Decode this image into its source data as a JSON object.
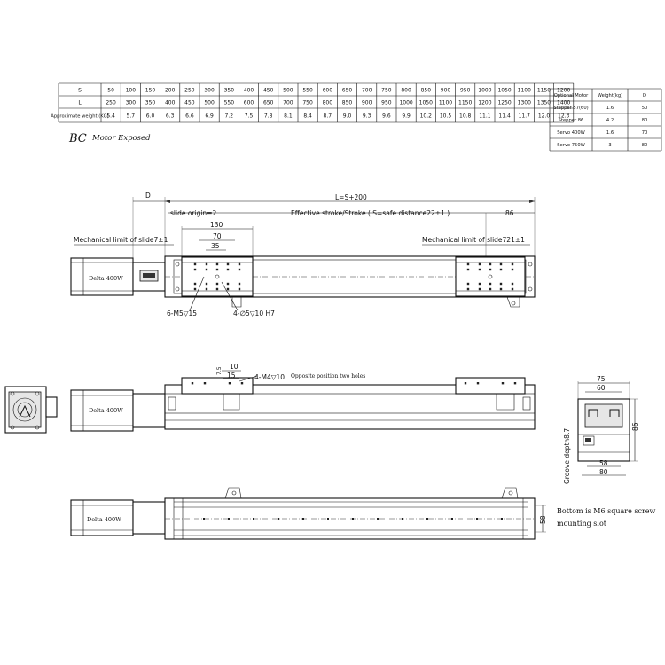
{
  "table": {
    "row_labels": [
      "S",
      "L",
      "Approximate weight (KG)"
    ],
    "S": [
      "50",
      "100",
      "150",
      "200",
      "250",
      "300",
      "350",
      "400",
      "450",
      "500",
      "550",
      "600",
      "650",
      "700",
      "750",
      "800",
      "850",
      "900",
      "950",
      "1000",
      "1050",
      "1100",
      "1150",
      "1200"
    ],
    "L": [
      "250",
      "300",
      "350",
      "400",
      "450",
      "500",
      "550",
      "600",
      "650",
      "700",
      "750",
      "800",
      "850",
      "900",
      "950",
      "1000",
      "1050",
      "1100",
      "1150",
      "1200",
      "1250",
      "1300",
      "1350",
      "1400"
    ],
    "weight": [
      "5.4",
      "5.7",
      "6.0",
      "6.3",
      "6.6",
      "6.9",
      "7.2",
      "7.5",
      "7.8",
      "8.1",
      "8.4",
      "8.7",
      "9.0",
      "9.3",
      "9.6",
      "9.9",
      "10.2",
      "10.5",
      "10.8",
      "11.1",
      "11.4",
      "11.7",
      "12.0",
      "12.3"
    ]
  },
  "motor_table": {
    "headers": [
      "Optional Motor",
      "Weight(kg)",
      "D"
    ],
    "rows": [
      [
        "Stepper 57(60)",
        "1.6",
        "50"
      ],
      [
        "Stepper 86",
        "4.2",
        "80"
      ],
      [
        "Servo 400W",
        "1.6",
        "70"
      ],
      [
        "Servo 750W",
        "3",
        "80"
      ]
    ]
  },
  "subtitle": {
    "prefix": "BC",
    "text": "Motor Exposed"
  },
  "top_view": {
    "D": "D",
    "L": "L=S+200",
    "slide_origin": "slide origin≡2",
    "effective_stroke": "Effective stroke/Stroke ( S=safe distance22±1 )",
    "dim_86": "86",
    "dim_130": "130",
    "dim_70": "70",
    "dim_35": "35",
    "mech_left": "Mechanical limit of slide7±1",
    "mech_right": "Mechanical limit of slide721±1",
    "holes_m5": "6-M5▽15",
    "holes_pin": "4-∅5▽10 H7",
    "motor_label": "Delta 400W"
  },
  "side_view": {
    "dim_10": "10",
    "dim_7_5": "7.5",
    "dim_15": "15",
    "holes": "4-M4▽10",
    "note": "Opposite position two holes",
    "motor_label": "Delta 400W"
  },
  "end_view": {
    "dim_75": "75",
    "dim_60": "60",
    "dim_86": "86",
    "dim_58": "58",
    "dim_80": "80",
    "groove": "Groove depth8.7"
  },
  "bottom_view": {
    "motor_label": "Delta 400W",
    "dim_58": "58",
    "note_line1": "Bottom is M6 square screw",
    "note_line2": "mounting slot"
  }
}
